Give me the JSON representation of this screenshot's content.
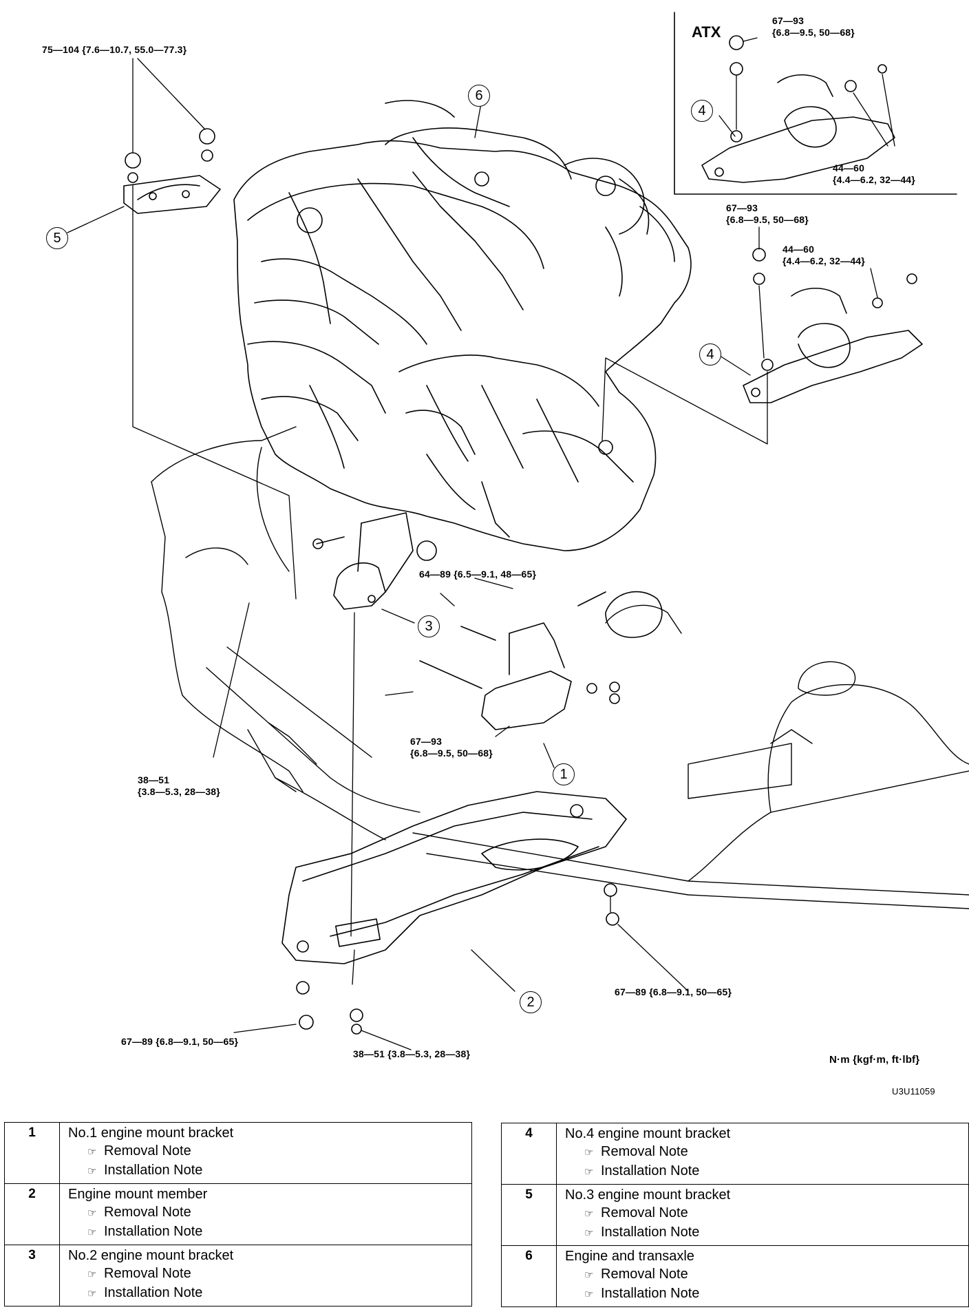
{
  "diagram": {
    "atx_label": "ATX",
    "torque_labels": [
      {
        "id": "t1",
        "lines": [
          "75—104 {7.6—10.7, 55.0—77.3}"
        ]
      },
      {
        "id": "t2",
        "lines": [
          "67—93",
          "{6.8—9.5, 50—68}"
        ]
      },
      {
        "id": "t3",
        "lines": [
          "44—60",
          "{4.4—6.2, 32—44}"
        ]
      },
      {
        "id": "t4",
        "lines": [
          "67—93",
          "{6.8—9.5, 50—68}"
        ]
      },
      {
        "id": "t5",
        "lines": [
          "44—60",
          "{4.4—6.2, 32—44}"
        ]
      },
      {
        "id": "t6",
        "lines": [
          "64—89 {6.5—9.1, 48—65}"
        ]
      },
      {
        "id": "t7",
        "lines": [
          "67—93",
          "{6.8—9.5, 50—68}"
        ]
      },
      {
        "id": "t8",
        "lines": [
          "38—51",
          "{3.8—5.3, 28—38}"
        ]
      },
      {
        "id": "t9",
        "lines": [
          "67—89 {6.8—9.1, 50—65}"
        ]
      },
      {
        "id": "t10",
        "lines": [
          "67—89 {6.8—9.1, 50—65}"
        ]
      },
      {
        "id": "t11",
        "lines": [
          "38—51 {3.8—5.3, 28—38}"
        ]
      }
    ],
    "callouts": [
      "1",
      "2",
      "3",
      "4",
      "4",
      "5",
      "6"
    ],
    "unit_label": "N·m {kgf·m, ft·lbf}",
    "figure_code": "U3U11059"
  },
  "parts_table": {
    "note_icon": "☞",
    "left": [
      {
        "num": "1",
        "name": "No.1 engine mount bracket",
        "notes": [
          "Removal Note",
          "Installation Note"
        ]
      },
      {
        "num": "2",
        "name": "Engine mount member",
        "notes": [
          "Removal Note",
          "Installation Note"
        ]
      },
      {
        "num": "3",
        "name": "No.2 engine mount bracket",
        "notes": [
          "Removal Note",
          "Installation Note"
        ]
      }
    ],
    "right": [
      {
        "num": "4",
        "name": "No.4 engine mount bracket",
        "notes": [
          "Removal Note",
          "Installation Note"
        ]
      },
      {
        "num": "5",
        "name": "No.3 engine mount bracket",
        "notes": [
          "Removal Note",
          "Installation Note"
        ]
      },
      {
        "num": "6",
        "name": "Engine and transaxle",
        "notes": [
          "Removal Note",
          "Installation Note"
        ]
      }
    ]
  }
}
